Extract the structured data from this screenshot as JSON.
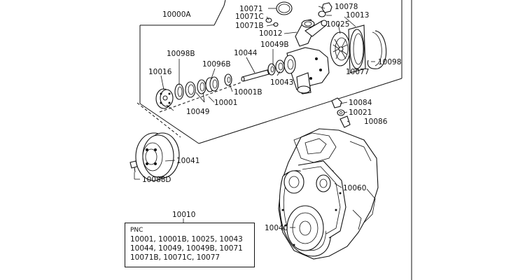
{
  "colors": {
    "ink": "#111111",
    "background": "#ffffff"
  },
  "labels": {
    "l10000a": "10000A",
    "l10071": "10071",
    "l10071c": "10071C",
    "l10071b": "10071B",
    "l10078": "10078",
    "l10013": "10013",
    "l10025": "10025",
    "l10012": "10012",
    "l10049b": "10049B",
    "l10044": "10044",
    "l10098b": "10098B",
    "l10096b": "10096B",
    "l10016": "10016",
    "l10043": "10043",
    "l10098": "10098",
    "l10077": "10077",
    "l10001b": "10001B",
    "l10001": "10001",
    "l10049": "10049",
    "l10084": "10084",
    "l10021": "10021",
    "l10086": "10086",
    "l10041": "10041",
    "l10088d": "10088D",
    "l10060": "10060",
    "l10040": "10040",
    "l10010": "10010"
  },
  "pnc_box": {
    "header": "PNC",
    "rows": [
      "10001, 10001B, 10025, 10043",
      "10044, 10049, 10049B, 10071",
      "10071B, 10071C, 10077"
    ]
  }
}
